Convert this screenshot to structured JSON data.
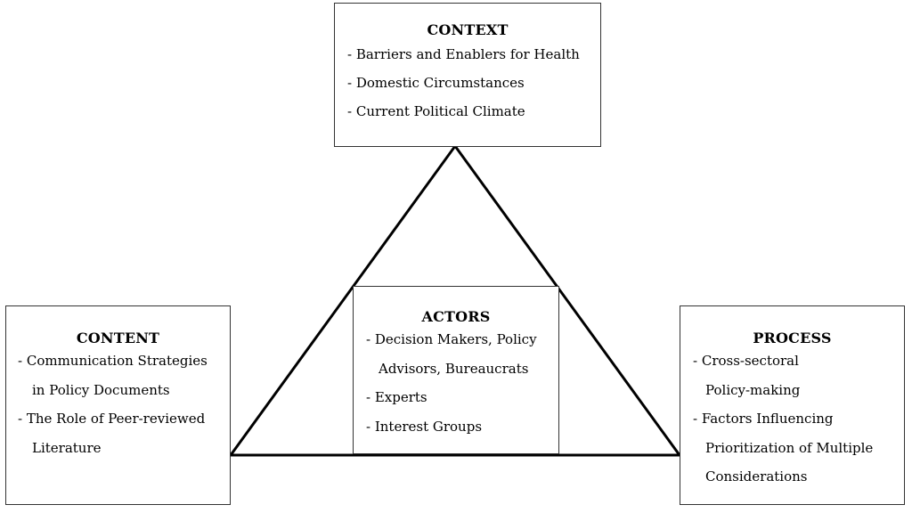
{
  "diagram": {
    "context": {
      "title": "CONTEXT",
      "items": [
        "- Barriers and Enablers for Health",
        "- Domestic Circumstances",
        "- Current Political Climate"
      ]
    },
    "actors": {
      "title": "ACTORS",
      "items": [
        "- Decision Makers, Policy",
        "Advisors, Bureaucrats",
        "- Experts",
        "- Interest Groups"
      ]
    },
    "content": {
      "title": "CONTENT",
      "items": [
        "- Communication Strategies",
        "in Policy Documents",
        "- The Role of Peer-reviewed",
        "Literature"
      ]
    },
    "process": {
      "title": "PROCESS",
      "items": [
        "- Cross-sectoral",
        "Policy-making",
        "- Factors Influencing",
        "Prioritization of Multiple",
        "Considerations"
      ]
    },
    "colors": {
      "line": "#000000",
      "border": "#333333",
      "text": "#000000",
      "background": "#ffffff"
    }
  }
}
